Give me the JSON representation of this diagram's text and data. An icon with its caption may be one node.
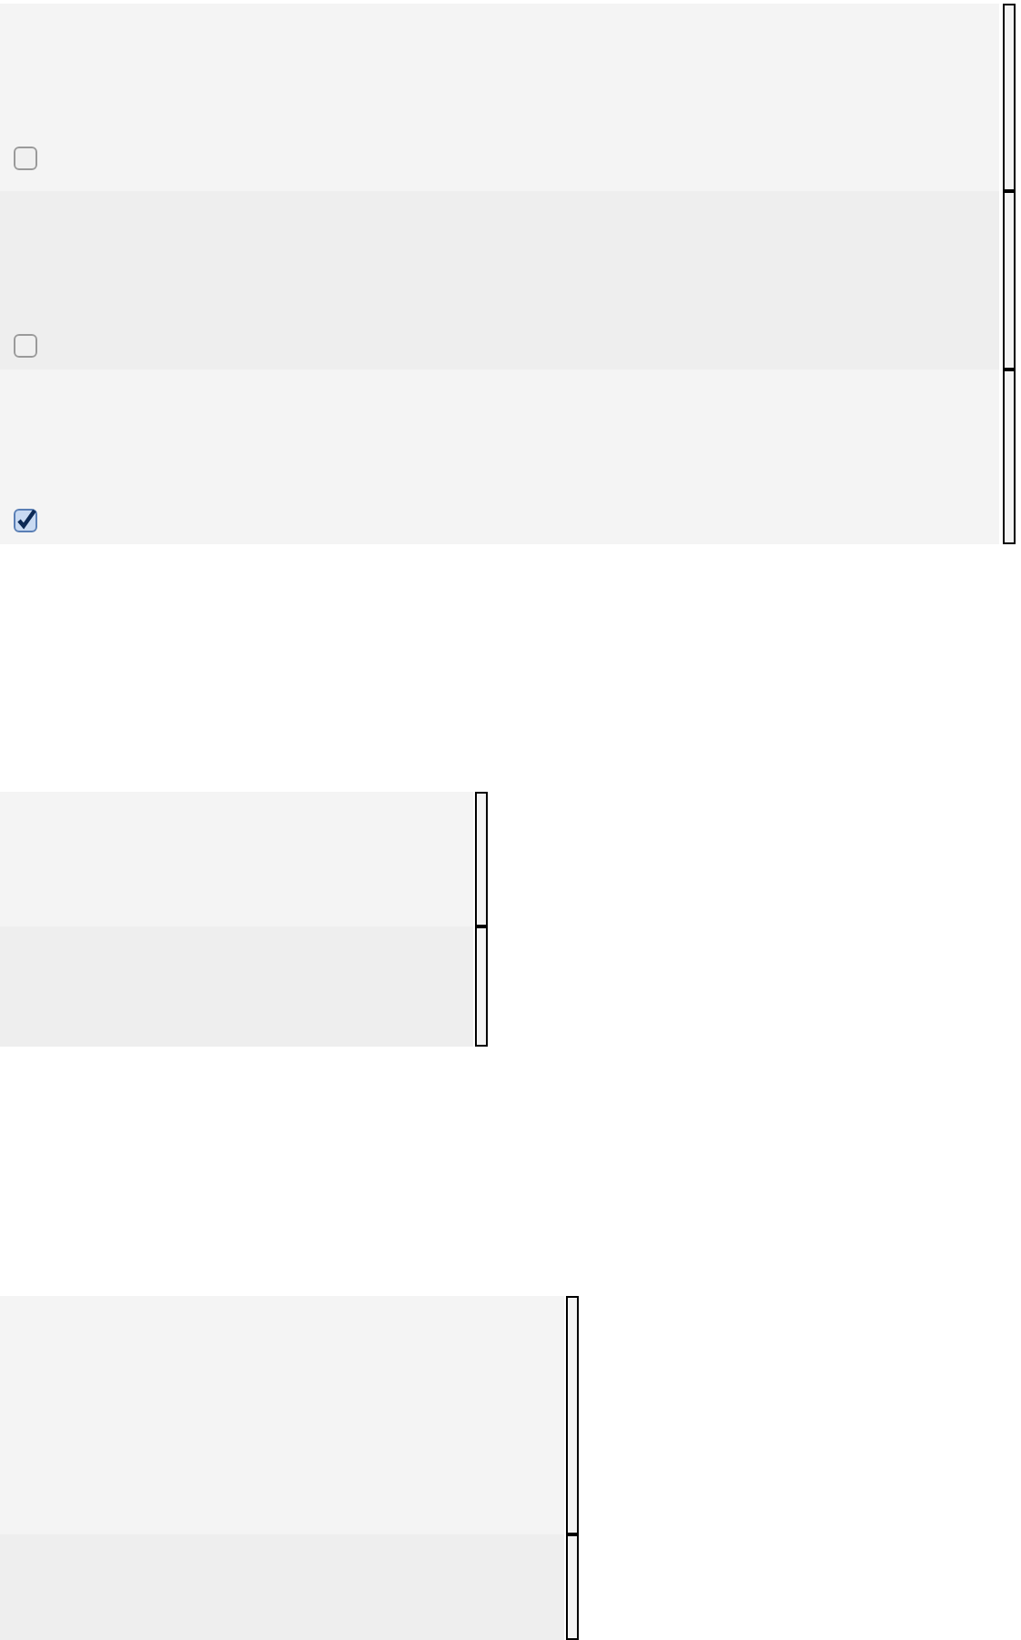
{
  "diagram": {
    "nodes": [
      {
        "text": [],
        "shape": "box"
      },
      {
        "text": [],
        "shape": "checkbox",
        "in": 0
      },
      {
        "text": [],
        "shape": "box"
      },
      {
        "text": [],
        "shape": "checkbox",
        "in": 2
      },
      {
        "text": [],
        "shape": "box"
      },
      {
        "text": [],
        "shape": "checkmark",
        "in": 4
      },
      {
        "text": [],
        "shape": "box"
      },
      {
        "text": [],
        "shape": "box"
      },
      {
        "text": [],
        "shape": "box"
      },
      {
        "text": [],
        "shape": "box"
      }
    ]
  }
}
